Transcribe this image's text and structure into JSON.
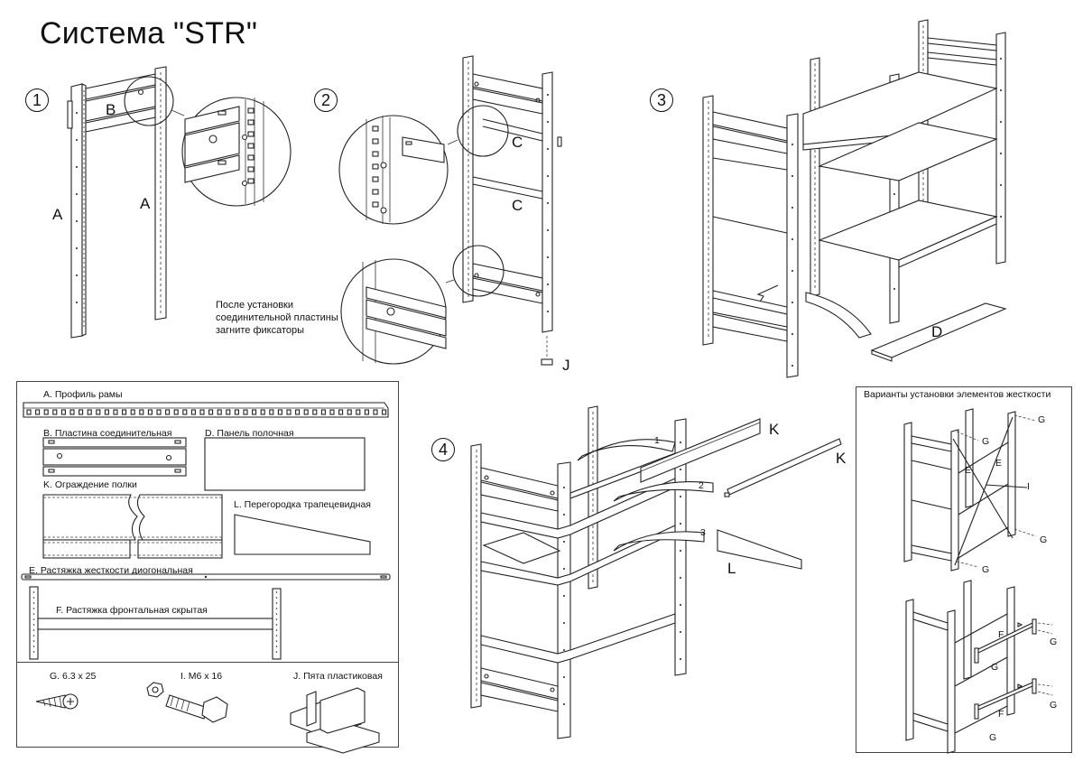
{
  "document": {
    "title": "Система \"STR\""
  },
  "steps": [
    {
      "number": "1",
      "labels": {
        "upright_left": "A",
        "upright_right": "A",
        "plate": "B"
      }
    },
    {
      "number": "2",
      "labels": {
        "connector_top": "C",
        "connector_mid": "C",
        "foot": "J"
      },
      "note": [
        "После установки",
        "соединительной пластины",
        "загните фиксаторы"
      ]
    },
    {
      "number": "3",
      "labels": {
        "panel": "D"
      }
    },
    {
      "number": "4",
      "labels": {
        "guard_1": "K",
        "guard_2": "K",
        "divider": "L",
        "arrow_1": "1",
        "arrow_2": "2",
        "arrow_3": "3"
      }
    }
  ],
  "parts_list": {
    "items": [
      {
        "code": "A",
        "label": "A. Профиль рамы"
      },
      {
        "code": "B",
        "label": "B. Пластина соединительная"
      },
      {
        "code": "D",
        "label": "D. Панель полочная"
      },
      {
        "code": "K",
        "label": "K. Ограждение полки"
      },
      {
        "code": "L",
        "label": "L. Перегородка трапецевидная"
      },
      {
        "code": "E",
        "label": "E. Растяжка жесткости диогональная"
      },
      {
        "code": "F",
        "label": "F. Растяжка фронтальная скрытая"
      }
    ],
    "hardware": [
      {
        "code": "G",
        "label": "G. 6.3 x 25",
        "icon": "screw-icon"
      },
      {
        "code": "I",
        "label": "I. M6 x 16",
        "icon": "bolt-nut-icon"
      },
      {
        "code": "J",
        "label": "J. Пята пластиковая",
        "icon": "plastic-foot-icon"
      }
    ]
  },
  "bracing_panel": {
    "title": "Варианты установки элементов жесткости",
    "diagonal_variant": {
      "screw": "G",
      "brace": "E",
      "bolt": "I"
    },
    "frontal_variant": {
      "screw": "G",
      "brace": "F"
    }
  }
}
